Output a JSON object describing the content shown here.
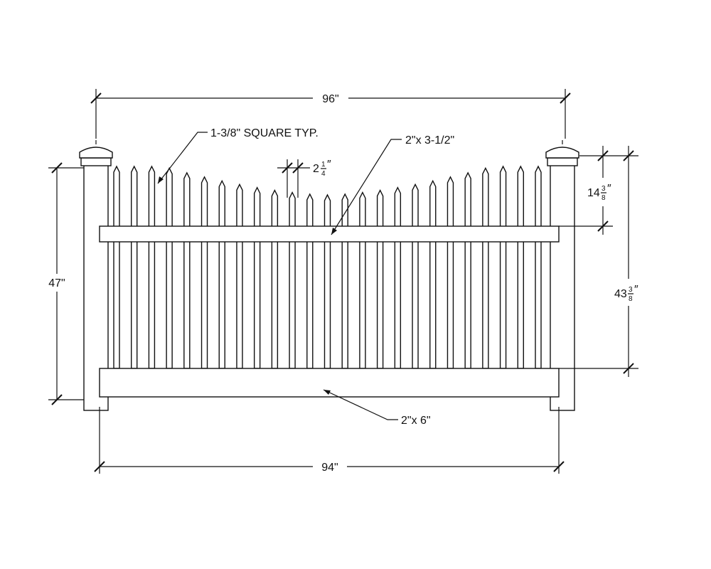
{
  "labels": {
    "top_width": "96\"",
    "bottom_width": "94\"",
    "left_height": "47\"",
    "picket_label": "1-3/8\" SQUARE TYP.",
    "top_rail": "2\"x 3-1/2\"",
    "bottom_rail": "2\"x 6\"",
    "picket_spacing_whole": "2",
    "picket_spacing_num": "1",
    "picket_spacing_den": "4",
    "top_offset_whole": "14",
    "top_offset_num": "3",
    "top_offset_den": "8",
    "right_height_whole": "43",
    "right_height_num": "3",
    "right_height_den": "8"
  },
  "fence": {
    "picket_count": 25
  }
}
